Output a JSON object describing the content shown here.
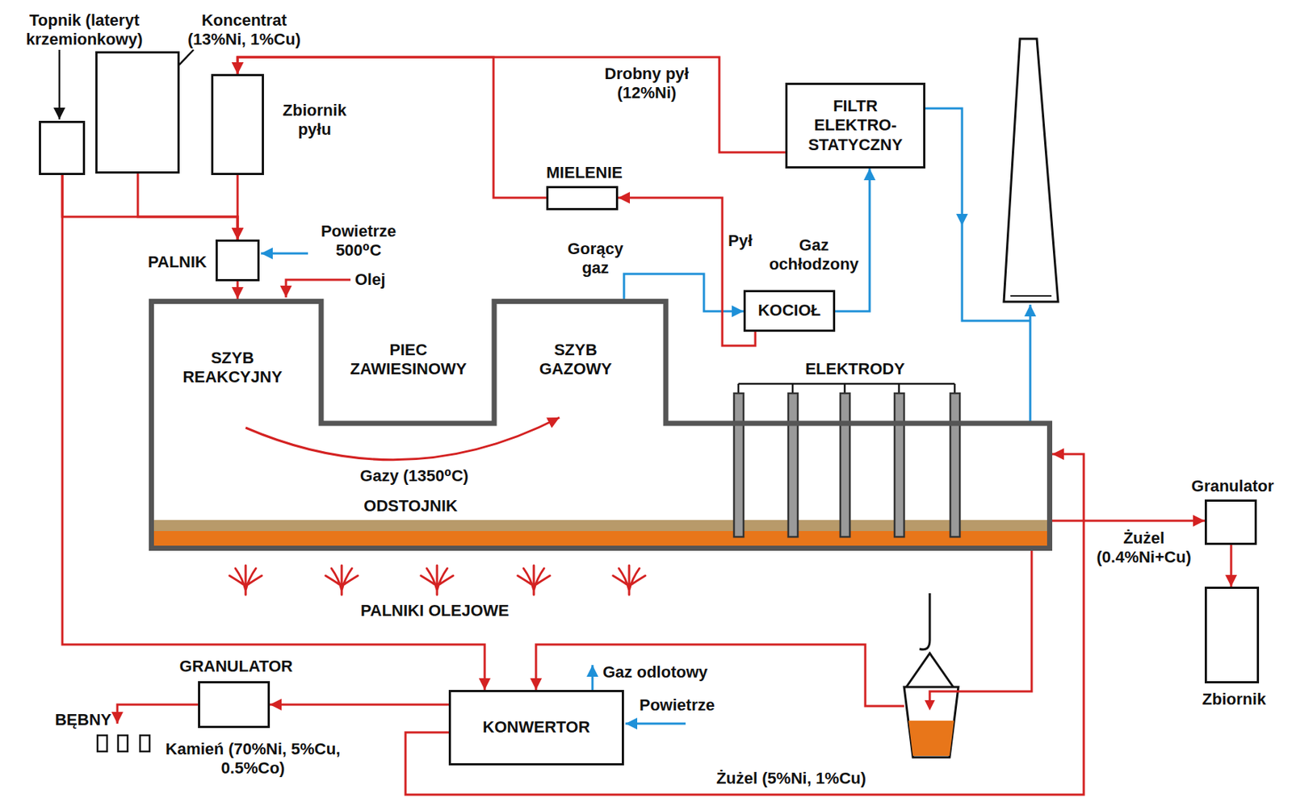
{
  "diagram": {
    "nodes": [
      {
        "text": [
          "Topnik (lateryt krzemionkowy)"
        ]
      },
      {
        "text": [
          "Koncentrat (13%Ni, 1%Cu)"
        ]
      },
      {
        "text": [
          "Zbiornik pyłu"
        ]
      },
      {
        "text": [
          "PALNIK"
        ]
      },
      {
        "text": [
          "SZYB REAKCYJNY",
          "PIEC ZAWIESINOWY",
          "SZYB GAZOWY",
          "Gazy (1350⁰C)",
          "ODSTOJNIK"
        ]
      },
      {
        "text": [
          "MIELENIE"
        ]
      },
      {
        "text": [
          "FILTR ELEKTRO- STATYCZNY"
        ]
      },
      {
        "text": [
          "KOCIOŁ"
        ]
      },
      {
        "text": [
          "KONWERTOR"
        ]
      },
      {
        "text": [
          "GRANULATOR"
        ]
      },
      {
        "text": [
          "Granulator"
        ]
      },
      {
        "text": [
          "Zbiornik"
        ]
      }
    ],
    "edges": [
      {
        "from": 0,
        "to": 3,
        "arrow": "to"
      },
      {
        "from": 1,
        "to": 3,
        "arrow": "to"
      },
      {
        "from": 2,
        "to": 3,
        "arrow": "to"
      },
      {
        "from": 0,
        "to": 8,
        "arrow": "to"
      },
      {
        "from": 3,
        "to": 4,
        "arrow": "to"
      },
      {
        "from": 4,
        "to": 7,
        "label": "Gorący gaz",
        "arrow": "to"
      },
      {
        "from": 7,
        "to": 6,
        "label": "Gaz ochłodzony",
        "arrow": "to"
      },
      {
        "from": 7,
        "to": 5,
        "label": "Pył",
        "arrow": "to"
      },
      {
        "from": 5,
        "to": 2,
        "arrow": "to"
      },
      {
        "from": 6,
        "to": 2,
        "label": "Drobny pył (12%Ni)",
        "arrow": "to"
      },
      {
        "from": 4,
        "to": 8,
        "arrow": "to"
      },
      {
        "from": 8,
        "to": 4,
        "label": "Żużel (5%Ni, 1%Cu)",
        "arrow": "to"
      },
      {
        "from": 8,
        "to": 9,
        "label": "Kamień (70%Ni, 5%Cu, 0.5%Co)",
        "arrow": "to"
      },
      {
        "from": 4,
        "to": 10,
        "label": "Żużel (0.4%Ni+Cu)",
        "arrow": "to"
      },
      {
        "from": 10,
        "to": 11,
        "arrow": "to"
      }
    ],
    "labels": [
      "Powietrze 500⁰C",
      "Olej",
      "ELEKTRODY",
      "PALNIKI OLEJOWE",
      "Gaz odlotowy",
      "Powietrze",
      "BĘBNY"
    ]
  }
}
